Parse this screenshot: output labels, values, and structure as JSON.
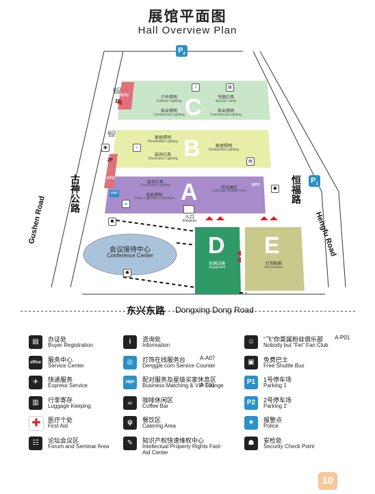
{
  "title": {
    "cn": "展馆平面图",
    "en": "Hall Overview Plan"
  },
  "roads": {
    "gushen_cn": "古神公路",
    "gushen_en": "Gushen Road",
    "hengfu_cn": "恒福路",
    "hengfu_en": "Hengfu Road",
    "dongxing_cn": "东兴东路",
    "dongxing_en": "Dongxing Dong Road"
  },
  "parking": {
    "p1": "P",
    "p1_num": "1",
    "p2": "P",
    "p2_num": "2"
  },
  "halls": {
    "c": {
      "letter": "C",
      "zones": [
        {
          "cn": "户外照明",
          "en": "Outdoor Lighting"
        },
        {
          "cn": "专题灯具",
          "en": "Special Lamp"
        },
        {
          "cn": "商业照明",
          "en": "Commercial Lighting"
        },
        {
          "cn": "商业照明",
          "en": "Commercial Lighting"
        }
      ]
    },
    "b": {
      "letter": "B",
      "zones": [
        {
          "cn": "家居照明",
          "en": "Residential Lighting"
        },
        {
          "cn": "家居照明",
          "en": "Residential Lighting"
        },
        {
          "cn": "装饰灯具",
          "en": "Decorative Lighting"
        }
      ]
    },
    "a": {
      "letter": "A",
      "zones": [
        {
          "cn": "装饰灯具",
          "en": "Decorative Lighting"
        },
        {
          "cn": "智能照明",
          "en": "Smart Lighting & Solutions"
        },
        {
          "cn": "综合展区",
          "en": "Lightings Display Area"
        }
      ]
    },
    "d": {
      "letter": "D",
      "cn": "机械设备",
      "en": "Equipment"
    },
    "e": {
      "letter": "E",
      "cn": "灯饰配套",
      "en": "Accessories"
    }
  },
  "conference": {
    "cn": "会议接待中心",
    "en": "Conference Center"
  },
  "entrance": {
    "cn": "入口",
    "en": "Entrance"
  },
  "exits": [
    {
      "cn": "出口",
      "en": "Exit"
    },
    {
      "cn": "出口",
      "en": "Exit"
    }
  ],
  "floor_tags": [
    "2F",
    "2F"
  ],
  "kfc": "KFC",
  "legend": [
    {
      "icon": "id-card-icon",
      "glyph": "▤",
      "cn": "办证处",
      "en": "Buyer Registration",
      "code": ""
    },
    {
      "icon": "info-icon",
      "glyph": "i",
      "cn": "咨询处",
      "en": "Information",
      "code": ""
    },
    {
      "icon": "fan-club-icon",
      "glyph": "☺",
      "cn": "“飞”你莫属粉丝俱乐部",
      "en": "Nobody but \"Fei\" Fan Club",
      "code": "A-P01"
    },
    {
      "icon": "office-icon",
      "glyph": "office",
      "cn": "服务中心",
      "en": "Service Center",
      "code": ""
    },
    {
      "icon": "denggle-icon",
      "glyph": "◎",
      "cn": "灯饰在线服务台",
      "en": "Denggle.com Service Counter",
      "code": "A-A07"
    },
    {
      "icon": "bus-icon",
      "glyph": "▣",
      "cn": "免费巴士",
      "en": "Free Shuttle Bus",
      "code": ""
    },
    {
      "icon": "express-icon",
      "glyph": "✈",
      "cn": "快递服务",
      "en": "Express Service",
      "code": ""
    },
    {
      "icon": "hbp-icon",
      "glyph": "HBP",
      "cn": "配对服务及星级买家休息区",
      "en": "Business Matching & VIP Lounge",
      "code": "A-T01"
    },
    {
      "icon": "parking-1-icon",
      "glyph": "P1",
      "cn": "1号停车场",
      "en": "Parking 1",
      "code": ""
    },
    {
      "icon": "luggage-icon",
      "glyph": "▥",
      "cn": "行李寄存",
      "en": "Luggage Keeping",
      "code": ""
    },
    {
      "icon": "coffee-icon",
      "glyph": "☕",
      "cn": "咖啡休闲区",
      "en": "Coffee Bar",
      "code": ""
    },
    {
      "icon": "parking-2-icon",
      "glyph": "P2",
      "cn": "2号停车场",
      "en": "Parking 2",
      "code": ""
    },
    {
      "icon": "first-aid-icon",
      "glyph": "✚",
      "cn": "医疗个处",
      "en": "First Aid",
      "code": ""
    },
    {
      "icon": "catering-icon",
      "glyph": "ψ",
      "cn": "餐饮区",
      "en": "Catering Area",
      "code": ""
    },
    {
      "icon": "police-icon",
      "glyph": "★",
      "cn": "报警点",
      "en": "Police",
      "code": ""
    },
    {
      "icon": "forum-icon",
      "glyph": "☷",
      "cn": "论坛会议区",
      "en": "Forum and Seminar Area",
      "code": ""
    },
    {
      "icon": "ip-icon",
      "glyph": "✎",
      "cn": "知识产权快速维权中心",
      "en": "Intellectual Property Rights Fast-Aid Center",
      "code": ""
    },
    {
      "icon": "security-icon",
      "glyph": "☗",
      "cn": "安检处",
      "en": "Security Check Point",
      "code": ""
    }
  ],
  "page_number": "10",
  "colors": {
    "hall_c": "#c9e6c9",
    "hall_b": "#e6eea8",
    "hall_a": "#a88ccc",
    "hall_d": "#2f9a66",
    "hall_e": "#c9c98c",
    "conference": "#a9c3da",
    "kfc_red": "#e0707a",
    "parking_blue": "#2a90c8",
    "arrow_red": "#d8202a"
  }
}
